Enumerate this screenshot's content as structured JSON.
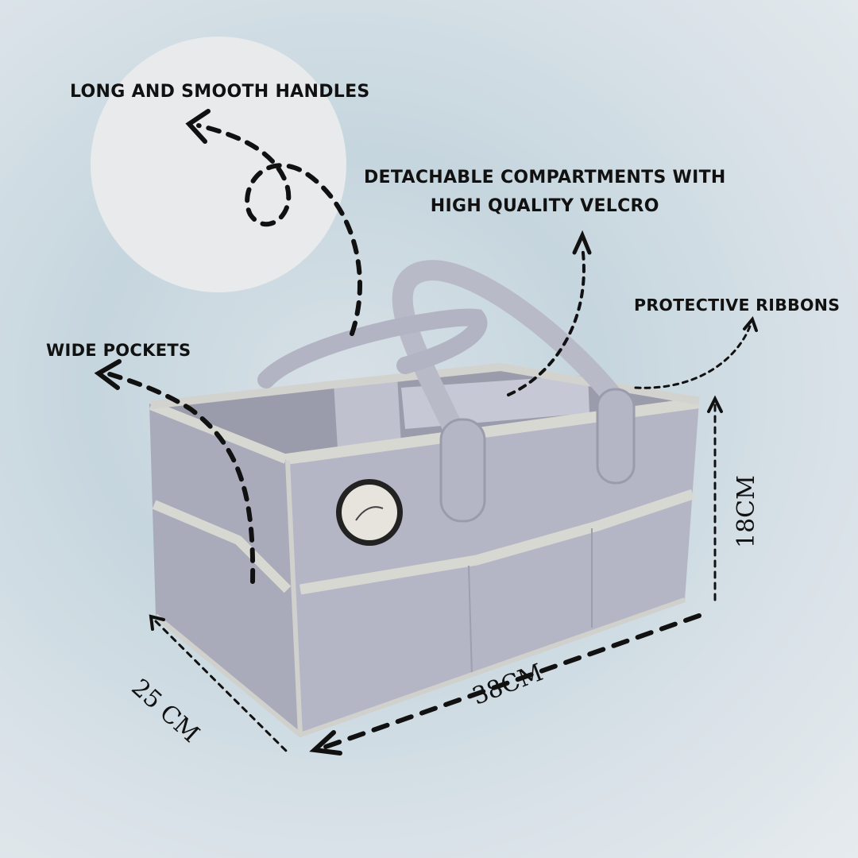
{
  "callouts": {
    "handles": "LONG AND SMOOTH HANDLES",
    "compartments_line1": "DETACHABLE COMPARTMENTS WITH",
    "compartments_line2": "HIGH QUALITY VELCRO",
    "ribbons": "PROTECTIVE RIBBONS",
    "pockets": "WIDE POCKETS"
  },
  "dimensions": {
    "width": "38CM",
    "depth": "25 CM",
    "height": "18CM"
  },
  "colors": {
    "felt": "#aeb0c0",
    "felt_light": "#c2c4d2",
    "trim": "#d8d8d2",
    "arrow": "#111111"
  },
  "icons": [
    "dashed-arrow-icon",
    "brand-badge-icon"
  ]
}
